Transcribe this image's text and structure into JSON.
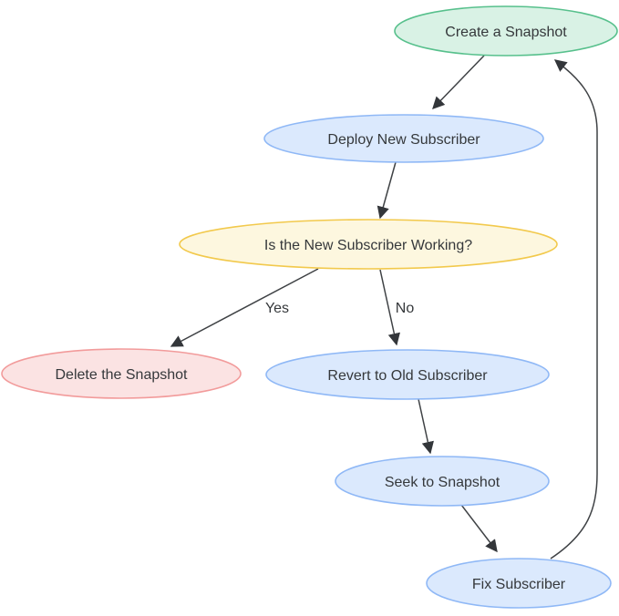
{
  "diagram": {
    "type": "flowchart",
    "background_color": "#ffffff",
    "edge_color": "#3f4245",
    "text_color": "#35383b",
    "nodes": [
      {
        "id": "create_snapshot",
        "label": "Create a Snapshot",
        "color_role": "green",
        "fill": "#d9f2e5",
        "stroke": "#57c08c"
      },
      {
        "id": "deploy_new_subscriber",
        "label": "Deploy New Subscriber",
        "color_role": "blue",
        "fill": "#dbe9fd",
        "stroke": "#8fb8f6"
      },
      {
        "id": "is_subscriber_working",
        "label": "Is the New Subscriber Working?",
        "color_role": "yellow",
        "fill": "#fdf7df",
        "stroke": "#f2c94c"
      },
      {
        "id": "delete_snapshot",
        "label": "Delete the Snapshot",
        "color_role": "red",
        "fill": "#fbe3e3",
        "stroke": "#f29b9b"
      },
      {
        "id": "revert_old_subscriber",
        "label": "Revert to Old Subscriber",
        "color_role": "blue",
        "fill": "#dbe9fd",
        "stroke": "#8fb8f6"
      },
      {
        "id": "seek_to_snapshot",
        "label": "Seek to Snapshot",
        "color_role": "blue",
        "fill": "#dbe9fd",
        "stroke": "#8fb8f6"
      },
      {
        "id": "fix_subscriber",
        "label": "Fix Subscriber",
        "color_role": "blue",
        "fill": "#dbe9fd",
        "stroke": "#8fb8f6"
      }
    ],
    "edges": [
      {
        "from": "create_snapshot",
        "to": "deploy_new_subscriber",
        "label": ""
      },
      {
        "from": "deploy_new_subscriber",
        "to": "is_subscriber_working",
        "label": ""
      },
      {
        "from": "is_subscriber_working",
        "to": "delete_snapshot",
        "label": "Yes"
      },
      {
        "from": "is_subscriber_working",
        "to": "revert_old_subscriber",
        "label": "No"
      },
      {
        "from": "revert_old_subscriber",
        "to": "seek_to_snapshot",
        "label": ""
      },
      {
        "from": "seek_to_snapshot",
        "to": "fix_subscriber",
        "label": ""
      },
      {
        "from": "fix_subscriber",
        "to": "create_snapshot",
        "label": ""
      }
    ]
  }
}
